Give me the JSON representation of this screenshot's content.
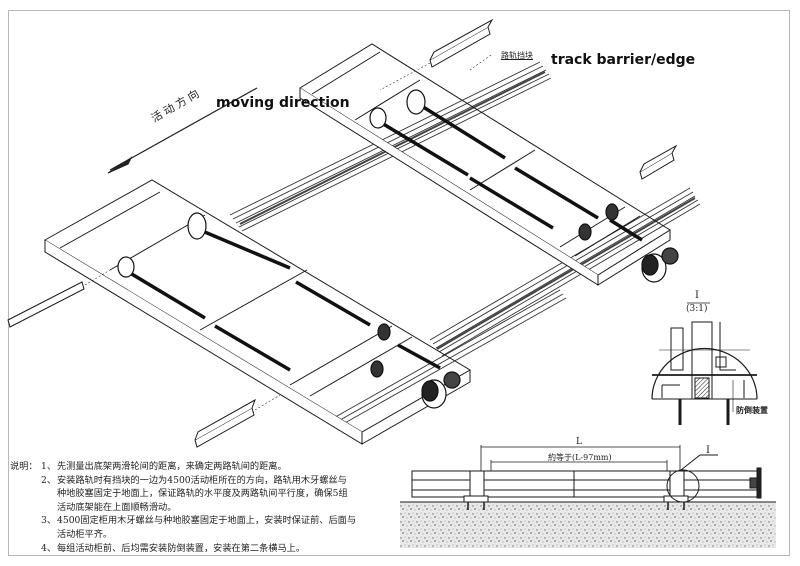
{
  "labels": {
    "moving_direction_cn": "活动方向",
    "moving_direction_en": "moving direction",
    "track_barrier_cn": "路轨挡块",
    "track_barrier_en": "track barrier/edge",
    "anti_tip_device_cn": "防倒装置"
  },
  "detail": {
    "callout": "I",
    "scale": "(3:1)"
  },
  "dimensions": {
    "outer": "L",
    "inner": "約等于(L-97mm)",
    "detail_marker": "I"
  },
  "notes": {
    "heading": "说明：",
    "items": [
      {
        "num": "1、",
        "lines": [
          "先测量出底架两滑轮间的距离，来确定两路轨间的距离。"
        ]
      },
      {
        "num": "2、",
        "lines": [
          "安装路轨时有挡块的一边为4500活动柜所在的方向，路轨用木牙螺丝与",
          "种地胶塞固定于地面上，保证路轨的水平度及两路轨间平行度，确保5组",
          "活动底架能在上面顺畅滑动。"
        ]
      },
      {
        "num": "3、",
        "lines": [
          "4500固定柜用木牙螺丝与种地胶塞固定于地面上，安装时保证前、后面与",
          "活动柜平齐。"
        ]
      },
      {
        "num": "4、",
        "lines": [
          "每组活动柜前、后均需安装防倒装置，安装在第二条横马上。"
        ]
      }
    ]
  },
  "colors": {
    "line": "#1a1a1a",
    "frame": "#b8b8b8",
    "ground": "#c9c9c9"
  }
}
